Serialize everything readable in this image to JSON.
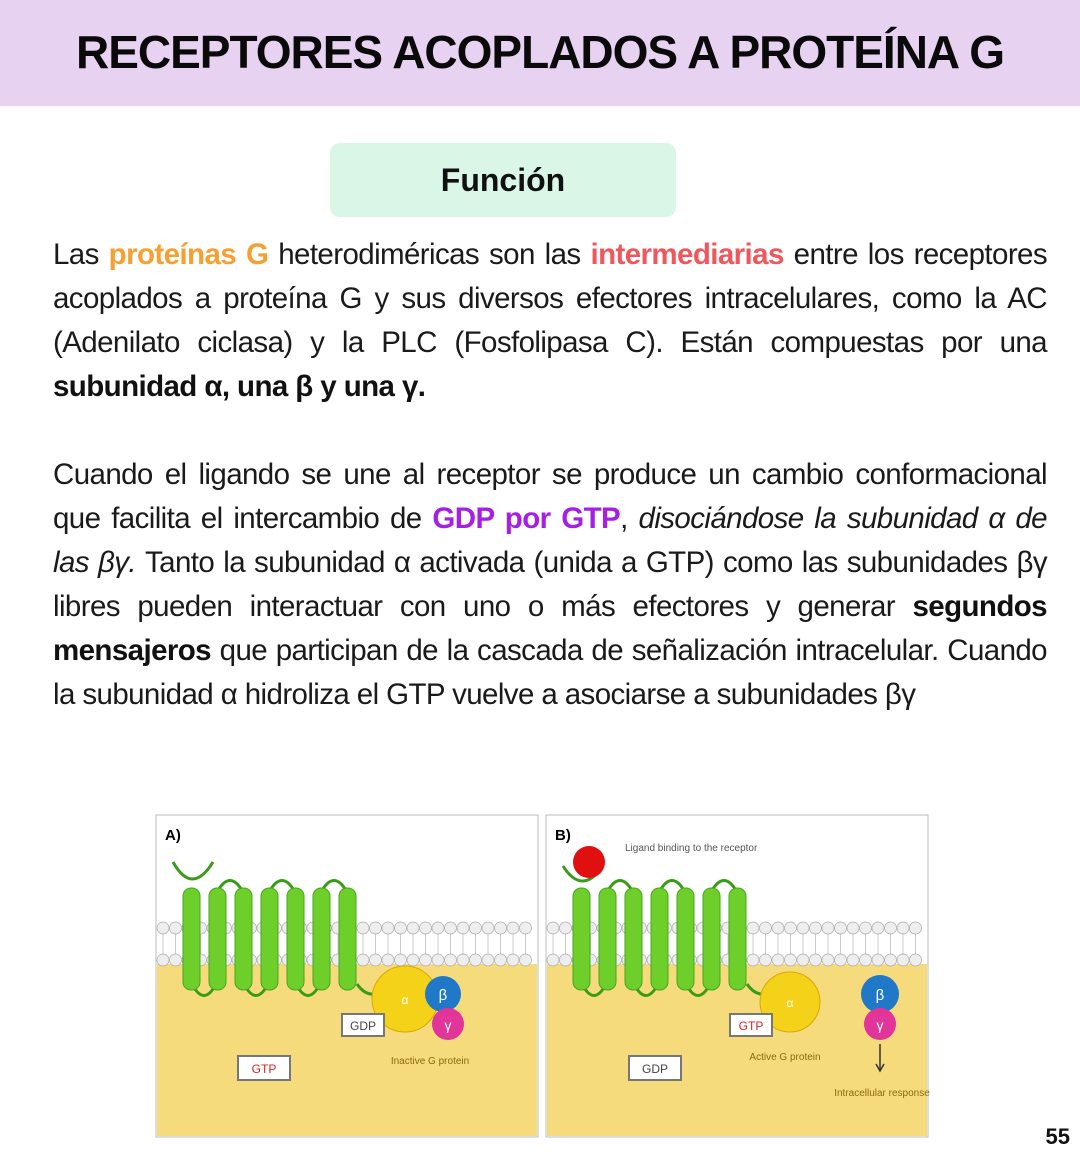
{
  "header": {
    "title": "RECEPTORES ACOPLADOS A PROTEÍNA G"
  },
  "section": {
    "label": "Función"
  },
  "paragraph1": {
    "t1": "Las ",
    "h1": "proteínas G",
    "t2": " heterodiméricas son las ",
    "h2": "intermediarias",
    "t3": " entre los receptores acoplados a proteína G y sus diversos efectores intracelulares, como la AC (Adenilato ciclasa) y la PLC (Fosfolipasa C). Están compuestas por una ",
    "h3": "subunidad α, una β y una γ."
  },
  "paragraph2": {
    "t1": "Cuando el ligando se une al receptor se produce un cambio conformacional que facilita el intercambio de ",
    "h1": "GDP por GTP",
    "t2": ", ",
    "i1": "disociándose la subunidad α de las βγ.",
    "t3": " Tanto la subunidad α activada (unida a GTP) como las subunidades βγ libres pueden interactuar con uno o más efectores y generar ",
    "h2": "segundos mensajeros",
    "t4": " que participan de la cascada de señalización intracelular. Cuando la subunidad α hidroliza el GTP vuelve a asociarse a subunidades βγ"
  },
  "figure": {
    "panel_a": {
      "label": "A)",
      "box_bound": "GDP",
      "box_free": "GTP",
      "caption": "Inactive G protein"
    },
    "panel_b": {
      "label": "B)",
      "ligand_caption": "Ligand binding to the receptor",
      "box_bound": "GTP",
      "box_free": "GDP",
      "caption": "Active G protein",
      "response": "Intracellular response"
    },
    "subunits": {
      "alpha": "α",
      "beta": "β",
      "gamma": "γ"
    },
    "colors": {
      "receptor": "#6fcf2a",
      "cytoplasm": "#f6db7c",
      "alpha": "#f5d21a",
      "beta": "#1f78c8",
      "gamma": "#e2359a",
      "ligand": "#e01010"
    }
  },
  "page_number": "55"
}
